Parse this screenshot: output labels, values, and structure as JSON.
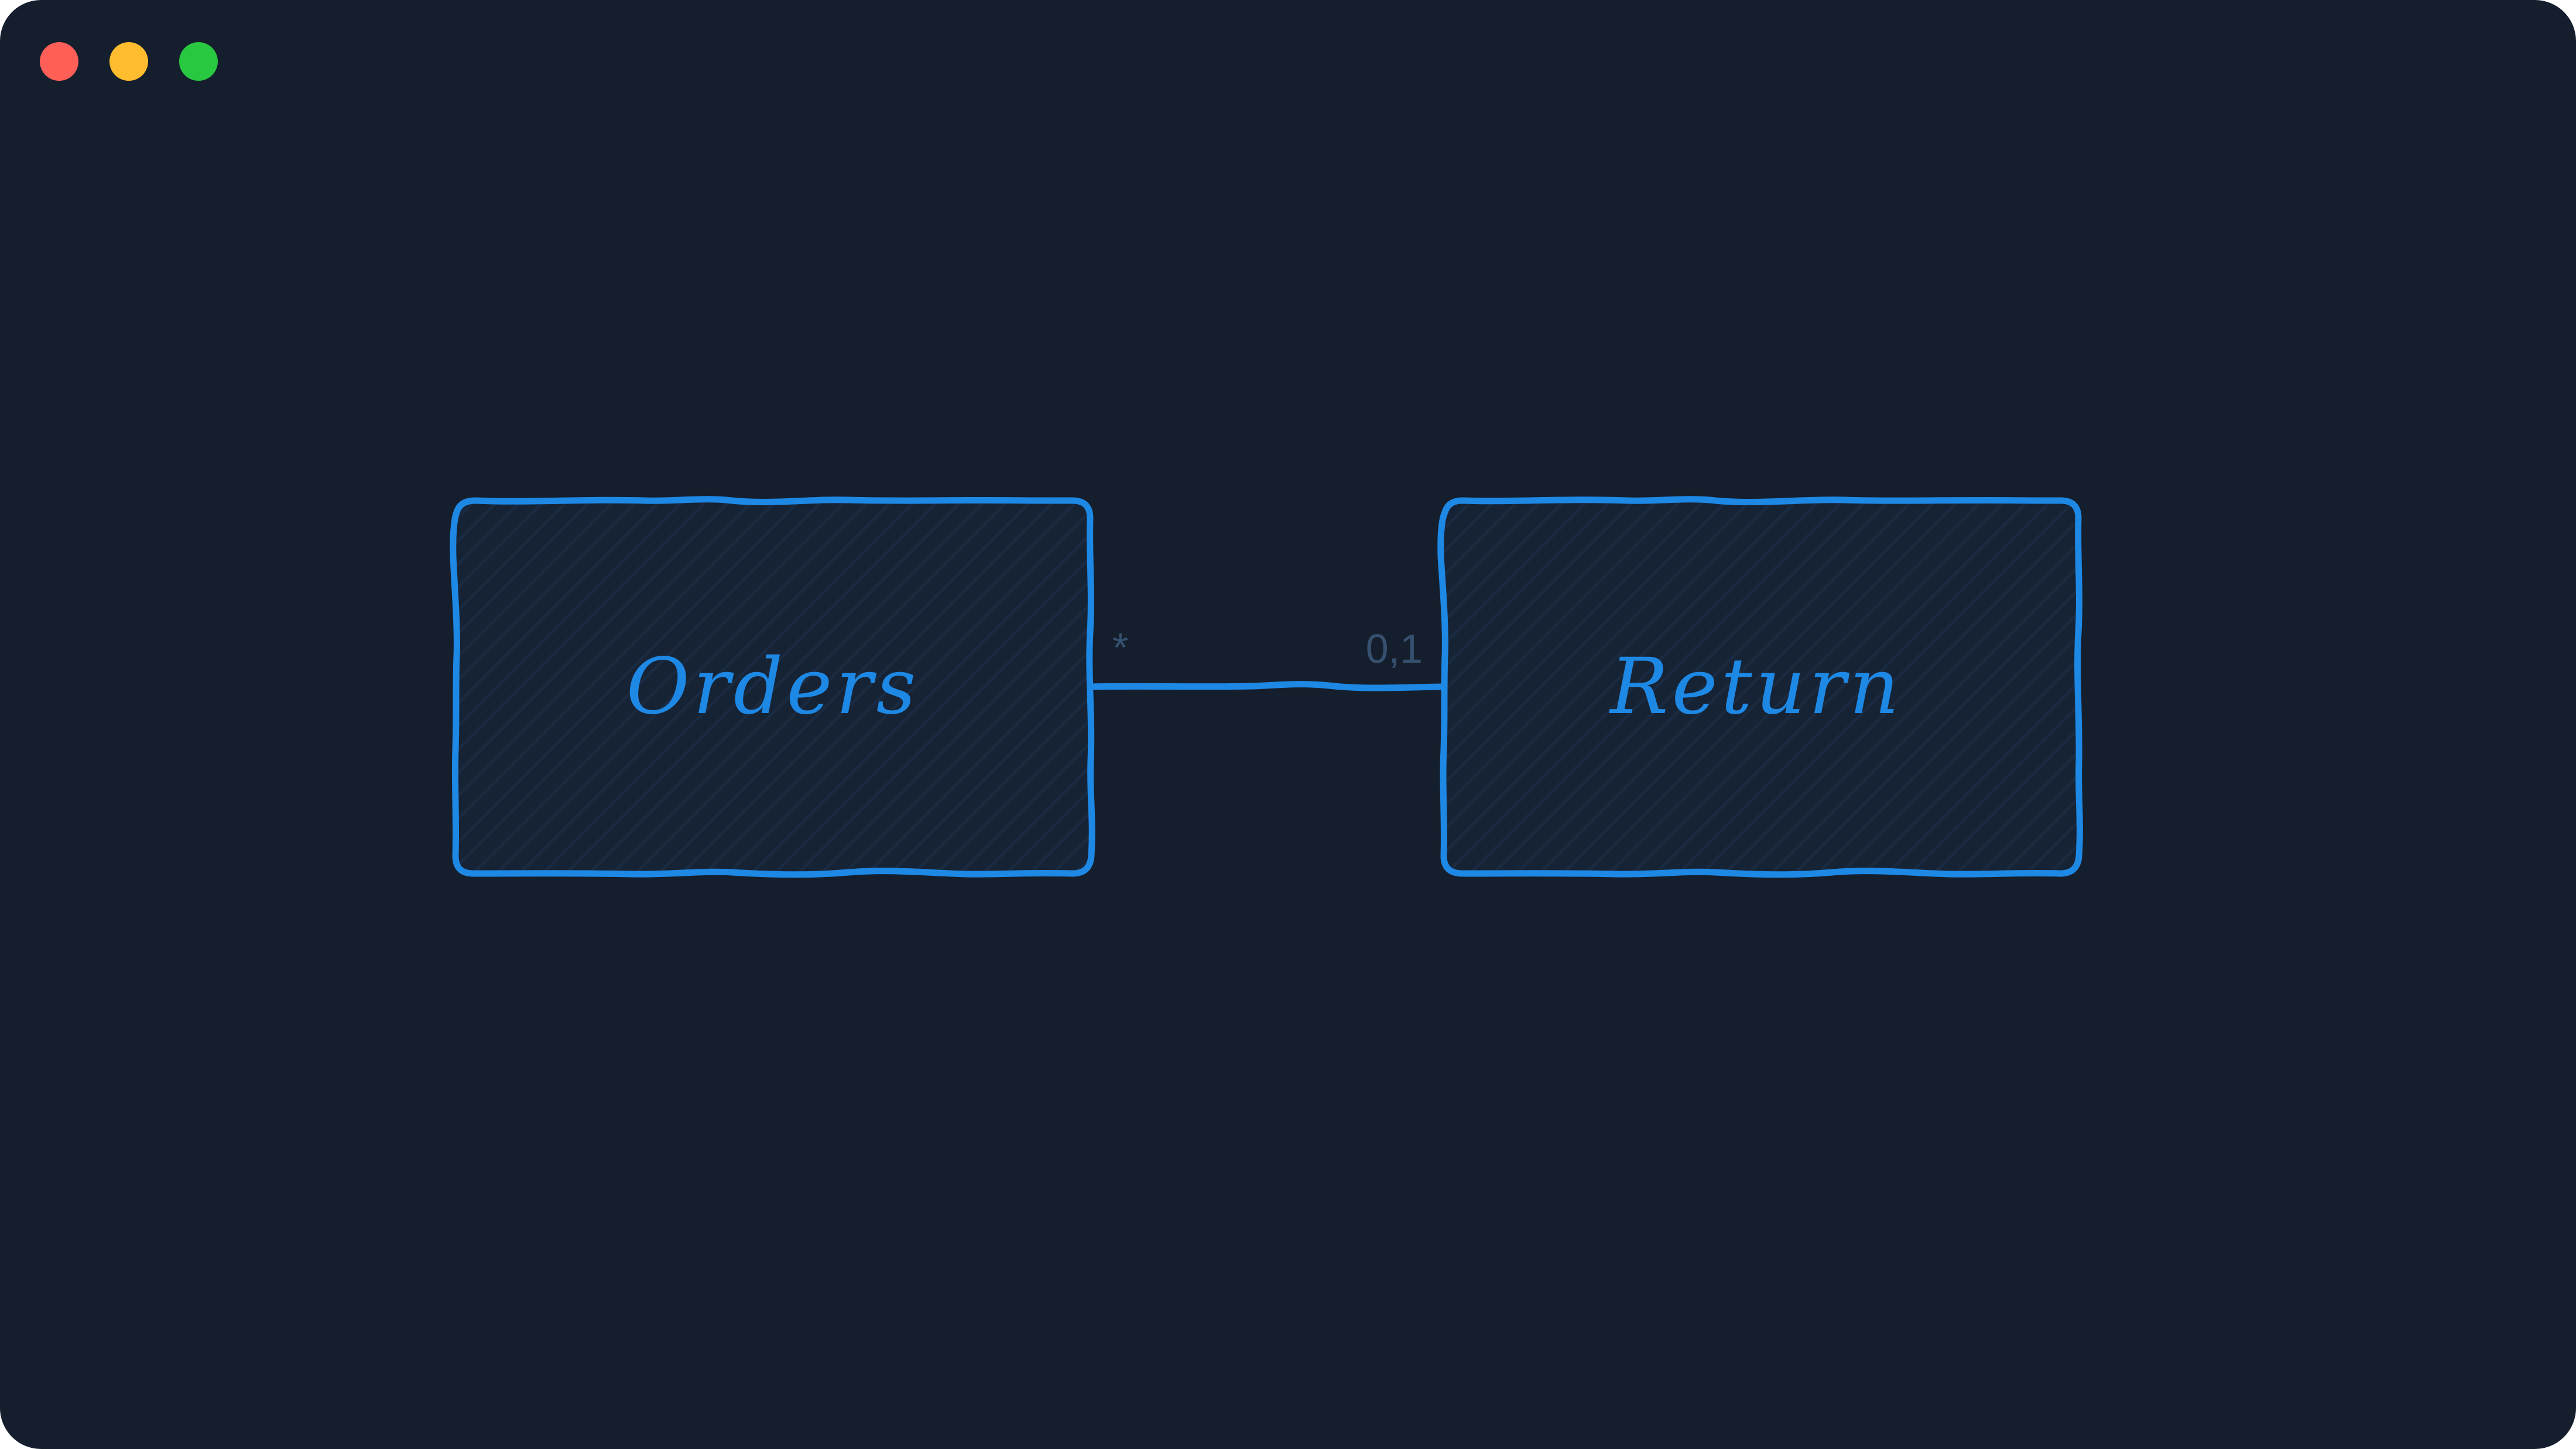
{
  "window": {
    "controls": [
      {
        "name": "close",
        "color": "#ff5f57"
      },
      {
        "name": "minimize",
        "color": "#febc2e"
      },
      {
        "name": "zoom",
        "color": "#28c840"
      }
    ]
  },
  "colors": {
    "background": "#151e2c",
    "accent": "#1e88e5",
    "node_fill": "#17263a",
    "multiplicity_text": "#36506f"
  },
  "diagram": {
    "entities": [
      {
        "id": "orders",
        "label": "Orders"
      },
      {
        "id": "return",
        "label": "Return"
      }
    ],
    "relationship": {
      "from": "orders",
      "to": "return",
      "from_multiplicity": "*",
      "to_multiplicity": "0,1"
    }
  }
}
